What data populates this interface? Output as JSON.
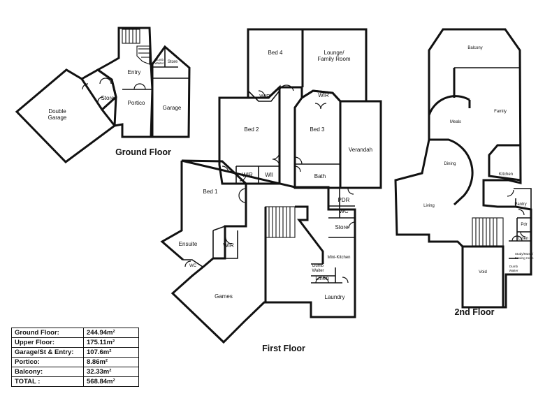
{
  "floors": {
    "ground": {
      "title": "Ground Floor",
      "rooms": {
        "double_garage": [
          "Double",
          "Garage"
        ],
        "store_left": "Store",
        "entry": "Entry",
        "dumb_waiter": [
          "Dumb",
          "Waiter"
        ],
        "store_right": "Store",
        "portico": "Portico",
        "garage": "Garage"
      }
    },
    "first": {
      "title": "First Floor",
      "rooms": {
        "bed4": "Bed 4",
        "lounge": [
          "Lounge/",
          "Family Room"
        ],
        "wir_bed4": "WIR",
        "wir_bed3": "WIR",
        "bed2": "Bed 2",
        "bed3": "Bed 3",
        "verandah": "Verandah",
        "wir_bed2": "WIR",
        "wil": "WIl",
        "bath": "Bath",
        "bed1": "Bed 1",
        "pdr": "PDR",
        "wc_right": "WC",
        "store": "Store",
        "ensuite": "Ensuite",
        "wir_bed1": "WIR",
        "wc_left": "WC",
        "mini_kitchen": "Mini-Kitchen",
        "dumb_waiter": [
          "Dumb",
          "Waiter"
        ],
        "linen": "Linen",
        "games": "Games",
        "laundry": "Laundry"
      }
    },
    "second": {
      "title": "2nd Floor",
      "rooms": {
        "balcony": "Balcony",
        "family": "Family",
        "meals": "Meals",
        "dining": "Dining",
        "kitchen": "Kitchen",
        "living": "Living",
        "pantry": "Pantry",
        "pdr": "Pdr",
        "linen": "Linen",
        "study": [
          "Study/Music/",
          "Sewing room"
        ],
        "dumb_waiter": [
          "Dumb",
          "Waiter"
        ],
        "void": "Void"
      }
    }
  },
  "area_table": [
    {
      "label": "Ground Floor:",
      "value": "244.94m²"
    },
    {
      "label": "Upper Floor:",
      "value": "175.11m²"
    },
    {
      "label": "Garage/St & Entry:",
      "value": "107.6m²"
    },
    {
      "label": "Portico:",
      "value": "8.86m²"
    },
    {
      "label": "Balcony:",
      "value": "32.33m²"
    },
    {
      "label": "TOTAL :",
      "value": "568.84m²"
    }
  ]
}
